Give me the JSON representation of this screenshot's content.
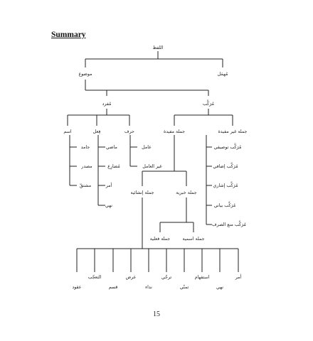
{
  "heading": "Summary",
  "page_number": "15",
  "nodes": {
    "root": "اللفظ",
    "muhmal": "مُهمَل",
    "mawdu": "موضوع",
    "mufrad": "مُفرد",
    "murakkab": "مُرَكَّب",
    "ism": "اسم",
    "fil": "فِعل",
    "harf": "حرف",
    "jamid": "جامد",
    "masdar": "مصدر",
    "mushtaq": "مشتقّ",
    "madi": "ماضي",
    "mudari": "مُضارِع",
    "amr": "أمر",
    "nahy": "نهي",
    "amil": "عامل",
    "ghayr_amil": "غير العامل",
    "jumla_mufida": "جملة مفيدة",
    "ghayr_mufida": "جملة غير مفيدة",
    "tawsifi": "مُرَكَّب توصيفي",
    "idafi": "مُرَكَّب إضافي",
    "ishari": "مُرَكَّب إشاري",
    "bayani": "مُرَكَّب بياني",
    "atfi": "مُرَكَّب منع الصرف",
    "khabariyya": "جملة خبرية",
    "inshaiyya": "جملة إنشائية",
    "fi_liyya": "جملة فعلية",
    "ismiyya": "جملة اسمية",
    "l_amr": "أمر",
    "l_nahy": "نهي",
    "l_istifham": "استفهام",
    "l_tamanni": "تمنّي",
    "l_tarajji": "ترجّي",
    "l_nida": "نداء",
    "l_ard": "عرض",
    "l_qasam": "قسم",
    "l_taajjub": "التعجّب",
    "l_uqud": "عقود"
  }
}
